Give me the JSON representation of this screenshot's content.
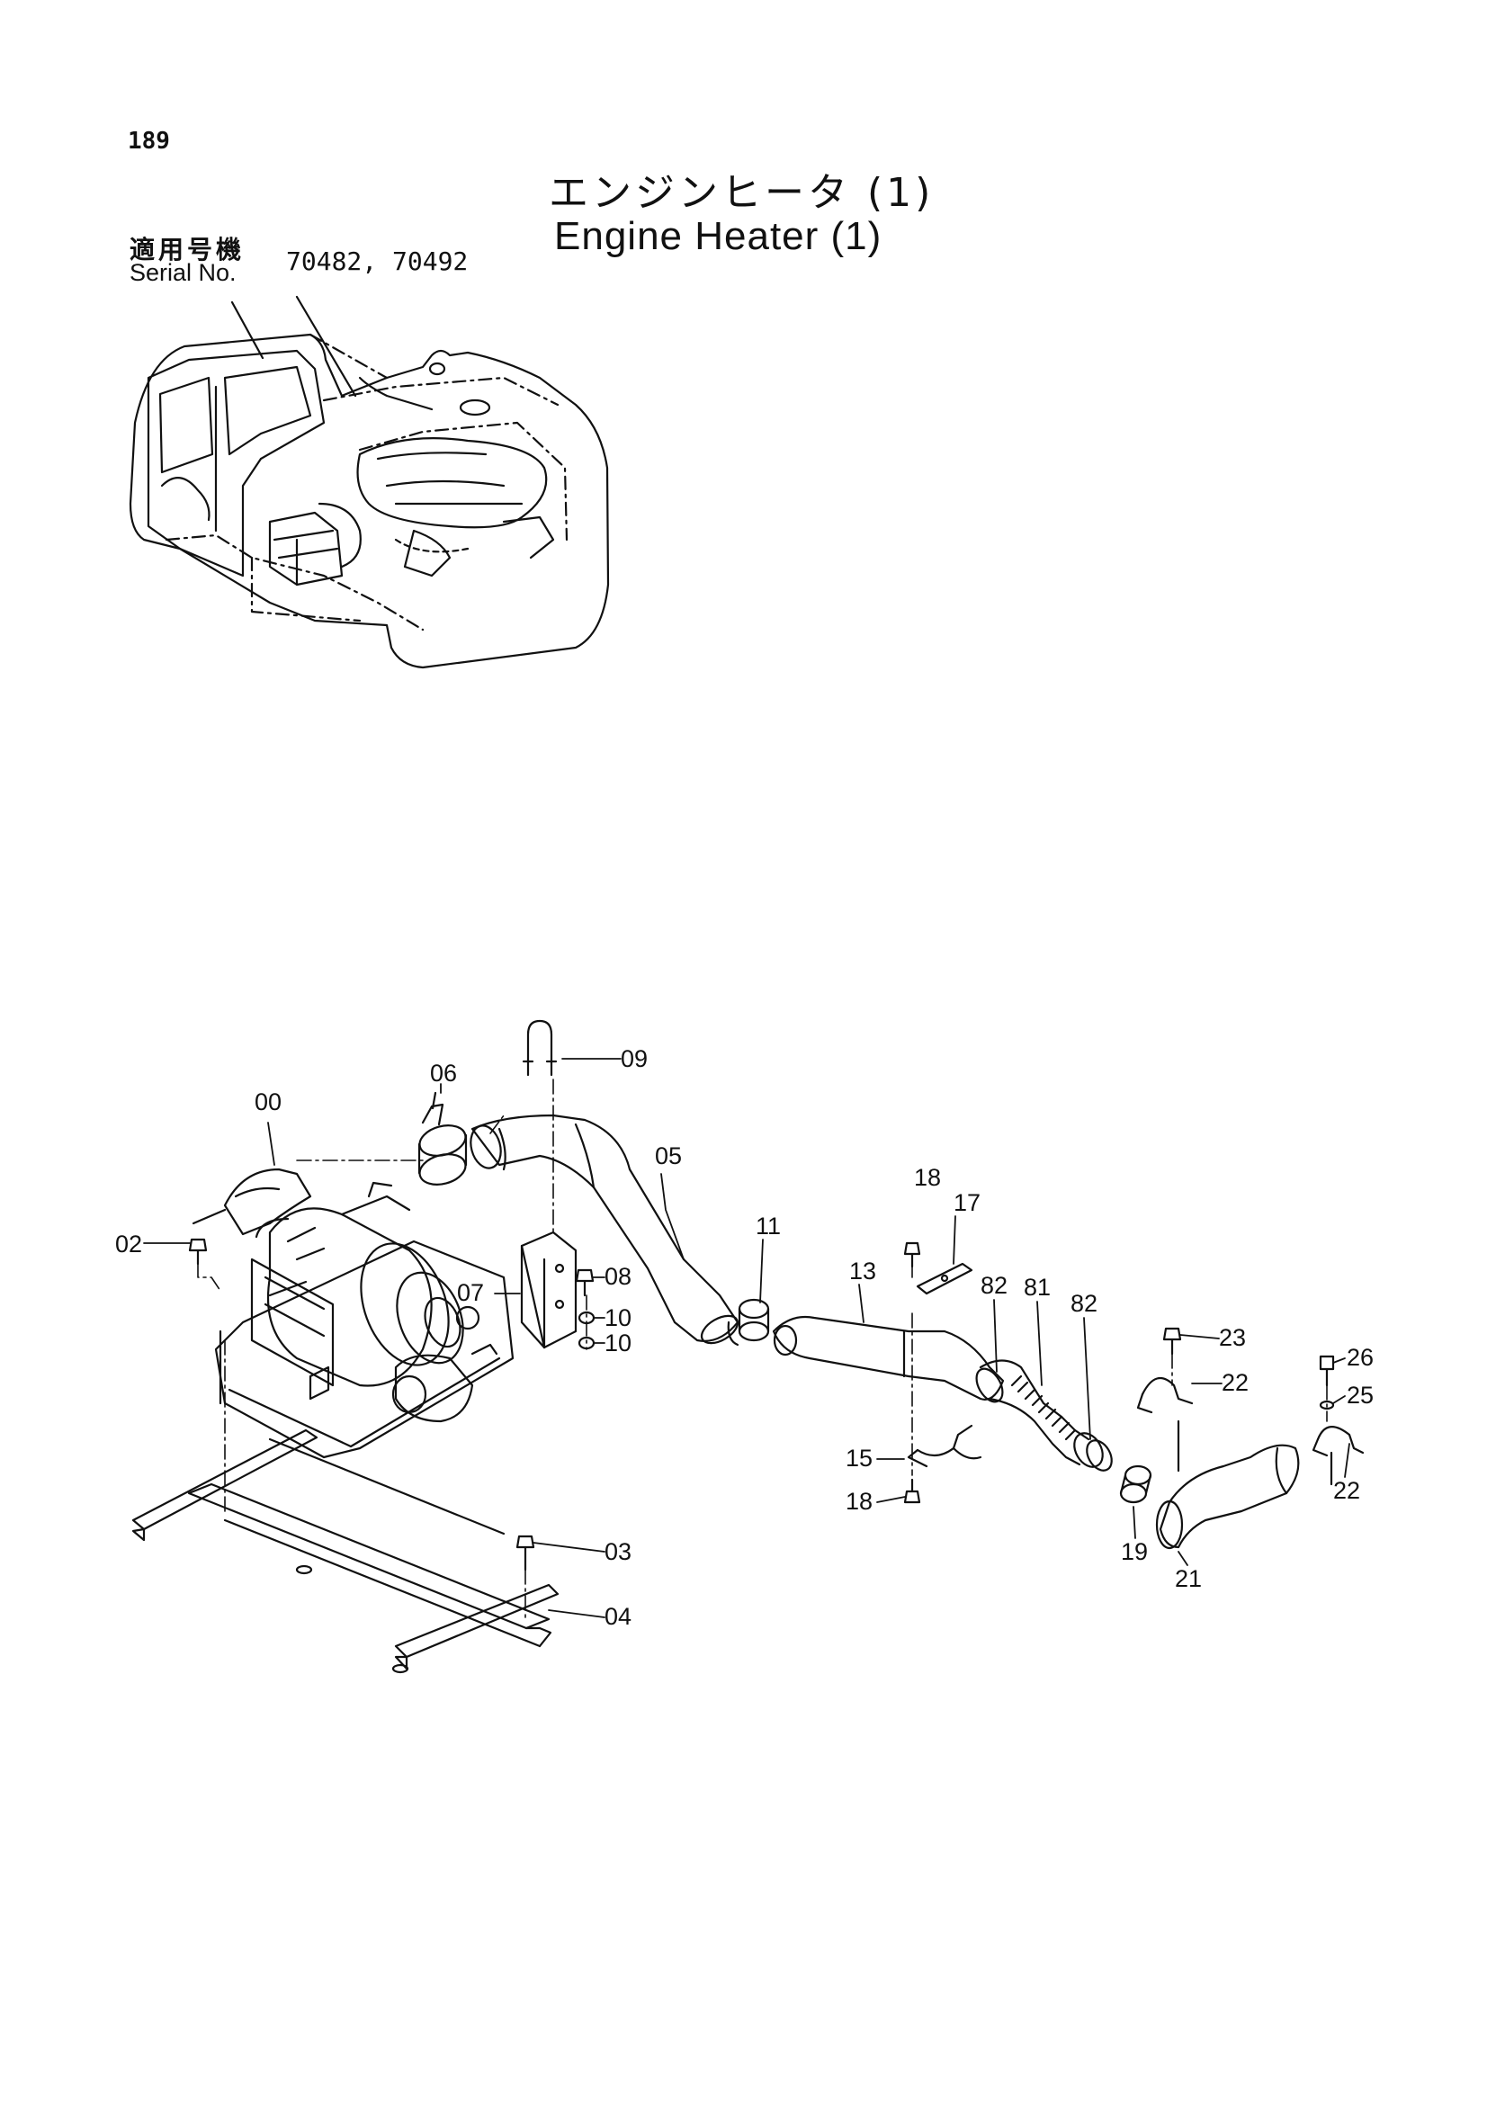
{
  "header": {
    "page_number": "189",
    "title_jp": "エンジンヒータ (1)",
    "title_en": "Engine Heater (1)",
    "serial_label_jp": "適用号機",
    "serial_label_en": "Serial No.",
    "serial_numbers": "70482, 70492"
  },
  "callouts": [
    {
      "id": "00",
      "text": "00"
    },
    {
      "id": "02",
      "text": "02"
    },
    {
      "id": "03",
      "text": "03"
    },
    {
      "id": "04",
      "text": "04"
    },
    {
      "id": "05",
      "text": "05"
    },
    {
      "id": "06",
      "text": "06"
    },
    {
      "id": "07",
      "text": "07"
    },
    {
      "id": "08",
      "text": "08"
    },
    {
      "id": "09",
      "text": "09"
    },
    {
      "id": "10a",
      "text": "10"
    },
    {
      "id": "10b",
      "text": "10"
    },
    {
      "id": "11",
      "text": "11"
    },
    {
      "id": "13",
      "text": "13"
    },
    {
      "id": "15",
      "text": "15"
    },
    {
      "id": "17",
      "text": "17"
    },
    {
      "id": "18a",
      "text": "18"
    },
    {
      "id": "18b",
      "text": "18"
    },
    {
      "id": "19",
      "text": "19"
    },
    {
      "id": "21",
      "text": "21"
    },
    {
      "id": "22a",
      "text": "22"
    },
    {
      "id": "22b",
      "text": "22"
    },
    {
      "id": "23",
      "text": "23"
    },
    {
      "id": "25",
      "text": "25"
    },
    {
      "id": "26",
      "text": "26"
    },
    {
      "id": "81",
      "text": "81"
    },
    {
      "id": "82a",
      "text": "82"
    },
    {
      "id": "82b",
      "text": "82"
    }
  ]
}
